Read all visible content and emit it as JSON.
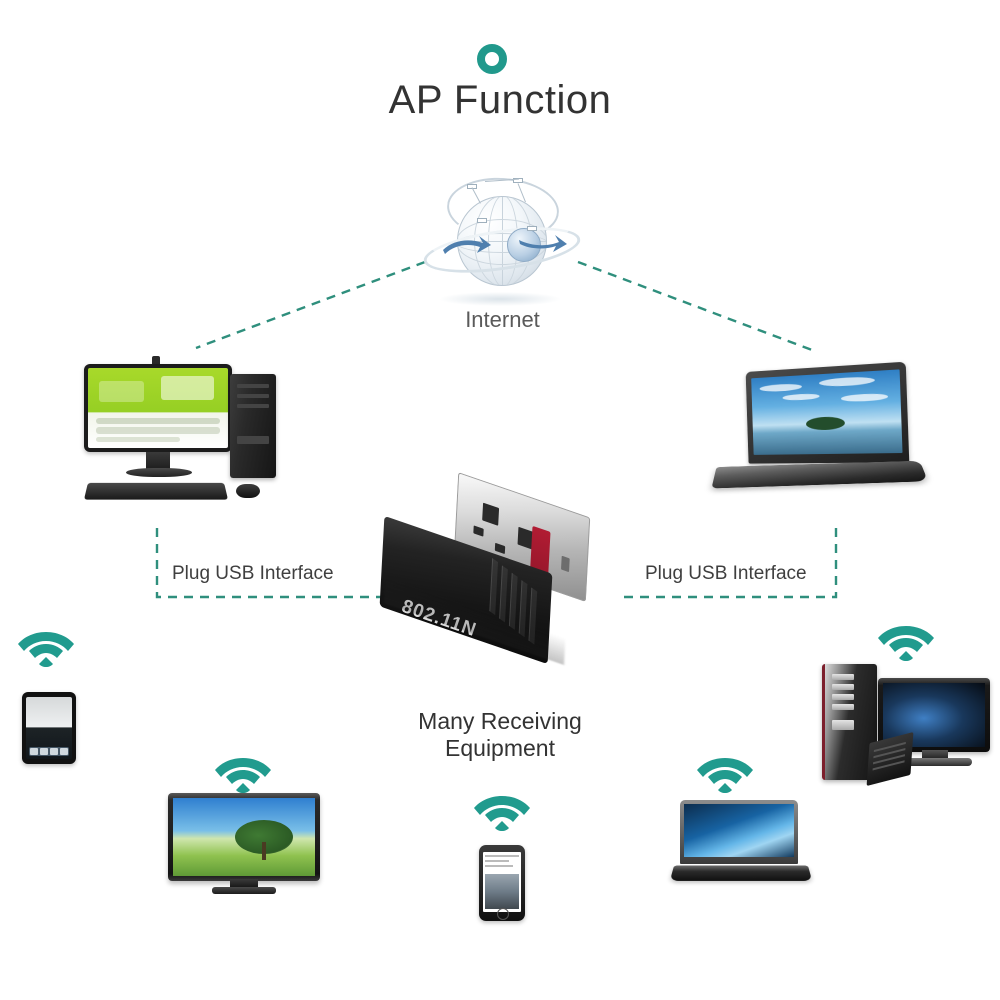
{
  "header": {
    "ring_icon": "ring-icon",
    "title": "AP Function"
  },
  "internet": {
    "icon": "globe-icon",
    "label": "Internet"
  },
  "connectors": {
    "left_plug_label": "Plug USB Interface",
    "right_plug_label": "Plug USB Interface",
    "line_color": "#2f8f7d",
    "line_style": "dashed"
  },
  "adapter": {
    "model_text": "802.11N",
    "caption_line1": "Many Receiving",
    "caption_line2": "Equipment",
    "body_color": "#161616",
    "accent_color": "#a4172e",
    "connector_color": "#c9c9c9"
  },
  "sources": [
    {
      "name": "desktop-computer",
      "label": ""
    },
    {
      "name": "laptop-computer",
      "label": ""
    }
  ],
  "receivers": [
    {
      "name": "tablet",
      "wifi_icon": "wifi-icon"
    },
    {
      "name": "television",
      "wifi_icon": "wifi-icon"
    },
    {
      "name": "smartphone",
      "wifi_icon": "wifi-icon"
    },
    {
      "name": "laptop",
      "wifi_icon": "wifi-icon"
    },
    {
      "name": "desktop-pc",
      "wifi_icon": "wifi-icon"
    }
  ],
  "colors": {
    "accent_teal": "#21998c",
    "wifi_teal": "#219b8e",
    "title_text": "#333333",
    "label_text": "#3f3f3f",
    "background": "#ffffff"
  }
}
